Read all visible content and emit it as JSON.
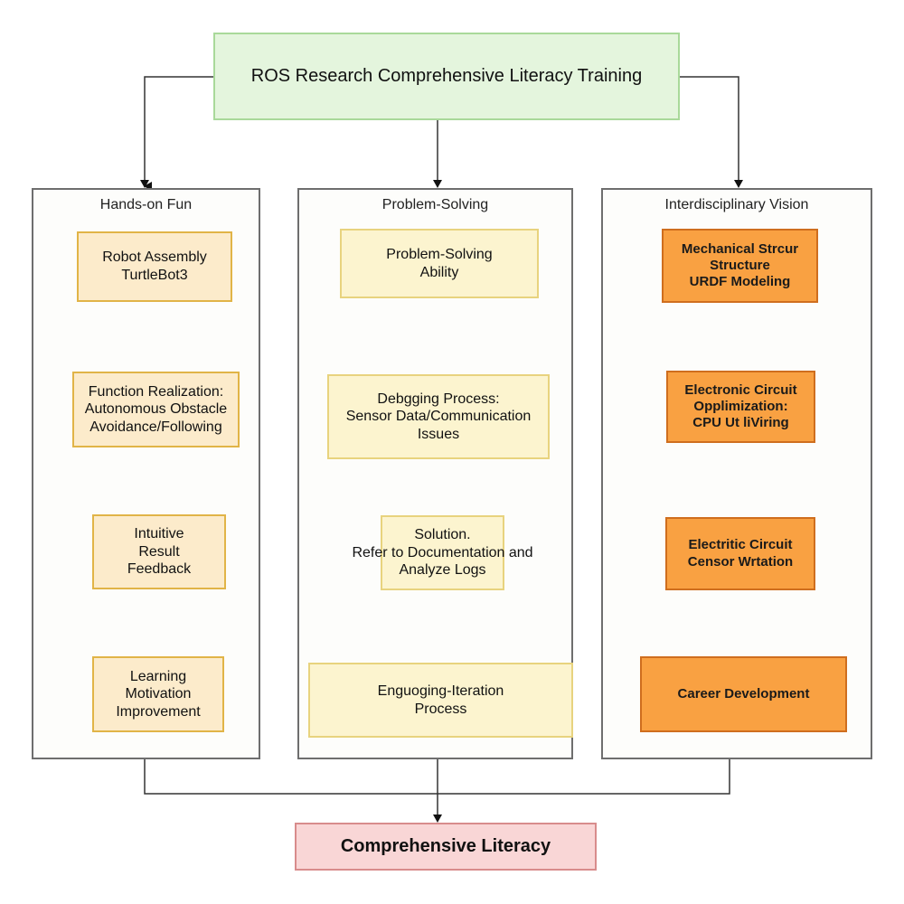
{
  "title": "ROS Research Comprehensive Literacy Training",
  "columns": [
    {
      "title": "Hands-on Fun",
      "nodes": [
        "Robot Assembly\nTurtleBot3",
        "Function Realization:\nAutonomous Obstacle\nAvoidance/Following",
        "Intuitive\nResult\nFeedback",
        "Learning\nMotivation\nImprovement"
      ]
    },
    {
      "title": "Problem-Solving",
      "nodes": [
        "Problem-Solving\nAbility",
        "Debgging Process:\nSensor Data/Communication\nIssues",
        "Solution.\nRefer to Documentation and\nAnalyze Logs",
        "Enguoging-Iteration\nProcess"
      ]
    },
    {
      "title": "Interdisciplinary Vision",
      "nodes": [
        "Mechanical Strcur\nStructure\nURDF Modeling",
        "Electronic Circuit\nOpplimization:\nCPU Ut liViring",
        "Electritic Circuit\nCensor Wrtation",
        "Career Development"
      ]
    }
  ],
  "result": "Comprehensive Literacy",
  "colors": {
    "top_fill": "#E4F5DD",
    "column1_fill": "#FCEBCB",
    "column2_fill": "#FCF4CF",
    "column3_fill": "#F9A142",
    "result_fill": "#F9D6D6"
  }
}
